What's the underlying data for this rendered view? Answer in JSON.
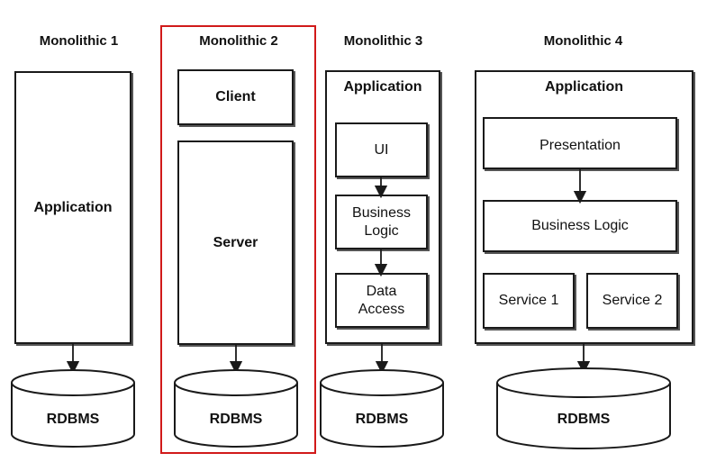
{
  "columns": [
    {
      "title": "Monolithic 1",
      "boxes": [
        "Application"
      ],
      "db": "RDBMS"
    },
    {
      "title": "Monolithic 2",
      "boxes": [
        "Client",
        "Server"
      ],
      "db": "RDBMS",
      "highlighted": true
    },
    {
      "title": "Monolithic 3",
      "container": "Application",
      "boxes": [
        "UI",
        "Business Logic",
        "Data Access"
      ],
      "db": "RDBMS"
    },
    {
      "title": "Monolithic 4",
      "container": "Application",
      "boxes": [
        "Presentation",
        "Business Logic",
        "Service 1",
        "Service 2"
      ],
      "db": "RDBMS"
    }
  ],
  "colors": {
    "stroke": "#1a1a1a",
    "highlight": "#d11a1a"
  }
}
